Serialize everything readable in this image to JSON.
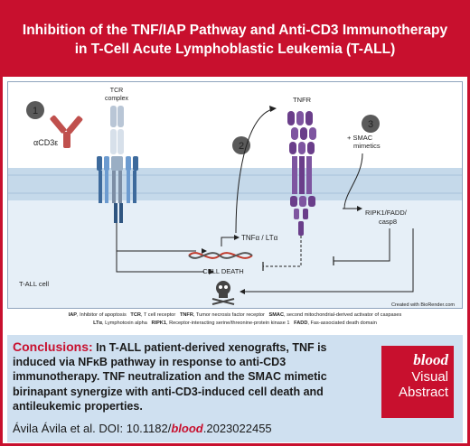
{
  "header": {
    "title": "Inhibition of the TNF/IAP Pathway and Anti-CD3 Immunotherapy in T-Cell Acute Lymphoblastic Leukemia (T-ALL)"
  },
  "diagram": {
    "steps": [
      "1",
      "2",
      "3"
    ],
    "labels": {
      "tcr_complex_line1": "TCR",
      "tcr_complex_line2": "complex",
      "acd3": "αCD3ε",
      "tnfr": "TNFR",
      "smac_line1": "+ SMAC",
      "smac_line2": "mimetics",
      "ripk_line1": "RIPK1/FADD/",
      "ripk_line2": "casp8",
      "tnf_lta": "TNFα / LTα",
      "cell_death": "CELL DEATH",
      "tall_cell": "T-ALL cell",
      "credit": "Created with BioRender.com"
    },
    "icons": [
      "antibody-icon",
      "tcr-complex-icon",
      "tnfr-receptor-icon",
      "dna-icon",
      "skull-icon"
    ]
  },
  "legend": {
    "line1": [
      {
        "term": "IAP",
        "def": "Inhibitor of apoptosis"
      },
      {
        "term": "TCR",
        "def": "T cell receptor"
      },
      {
        "term": "TNFR",
        "def": "Tumor necrosis factor receptor"
      },
      {
        "term": "SMAC",
        "def": "second mitochondrial-derived activator of caspases"
      }
    ],
    "line2": [
      {
        "term": "LTα",
        "def": "Lymphotoxin alpha"
      },
      {
        "term": "RIPK1",
        "def": "Receptor-interacting serine/threonine-protein kinase 1"
      },
      {
        "term": "FADD",
        "def": "Fas-associated death domain"
      }
    ]
  },
  "conclusion": {
    "label": "Conclusions:",
    "text": "In T-ALL patient-derived xenografts, TNF  is induced via NFκB pathway in response to anti-CD3 immunotherapy. TNF neutralization and the SMAC mimetic birinapant synergize with anti-CD3-induced cell death and antileukemic properties.",
    "citation_prefix": "Ávila Ávila et al. DOI: 10.1182/",
    "citation_journal": "blood",
    "citation_suffix": ".2023022455"
  },
  "badge": {
    "line1": "blood",
    "line2": "Visual",
    "line3": "Abstract"
  },
  "colors": {
    "brand_red": "#c8102e",
    "membrane_blue": "#bcd3e8",
    "tcr_blue": "#5f7fa3",
    "tnfr_purple": "#6a3e8a",
    "antibody_red": "#c0504d",
    "conclusion_bg": "#cfe0f0"
  }
}
